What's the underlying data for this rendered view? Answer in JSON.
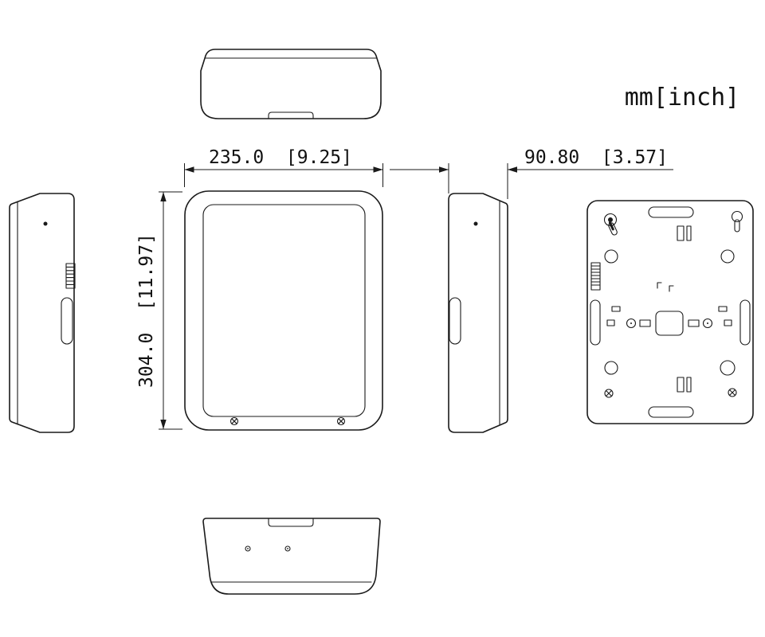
{
  "units_label": "mm[inch]",
  "dimensions": {
    "width": "235.0  [9.25]",
    "height": "304.0  [11.97]",
    "depth": "90.80  [3.57]"
  },
  "colors": {
    "ink": "#1a1a1a",
    "background": "#ffffff"
  },
  "drawing": {
    "type": "orthographic-projection",
    "views": [
      "top-view",
      "front-view",
      "left-side-view",
      "right-side-view",
      "back-view",
      "bottom-view"
    ]
  }
}
